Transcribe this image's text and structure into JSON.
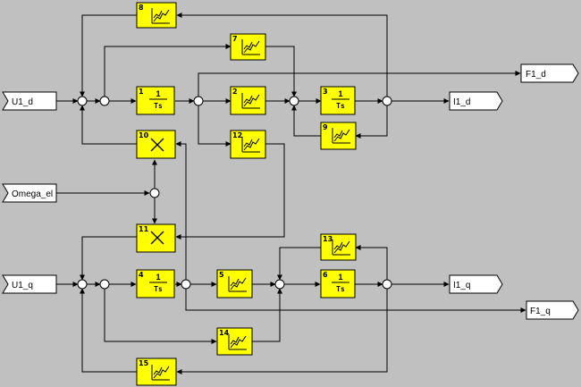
{
  "inputs": {
    "u1d": "U1_d",
    "omega": "Omega_el",
    "u1q": "U1_q"
  },
  "outputs": {
    "f1d": "F1_d",
    "i1d": "I1_d",
    "i1q": "I1_q",
    "f1q": "F1_q"
  },
  "integrator": {
    "numerator": "1",
    "denominator": "Ts"
  },
  "blocks": {
    "b1": "1",
    "b2": "2",
    "b3": "3",
    "b4": "4",
    "b5": "5",
    "b6": "6",
    "b7": "7",
    "b8": "8",
    "b9": "9",
    "b10": "10",
    "b11": "11",
    "b12": "12",
    "b13": "13",
    "b14": "14",
    "b15": "15"
  },
  "colors": {
    "background": "#c0c0c0",
    "block_fill": "#ffff00",
    "line": "#000000"
  }
}
